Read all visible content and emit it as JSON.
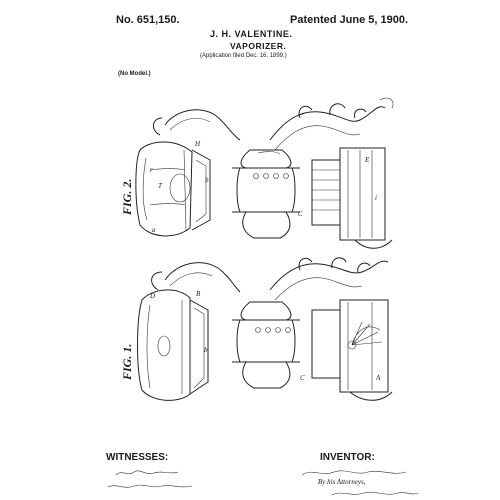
{
  "header": {
    "patent_number": "No. 651,150.",
    "patented": "Patented June 5, 1900.",
    "inventor": "J. H. VALENTINE.",
    "title": "VAPORIZER.",
    "application": "(Application filed Dec. 16, 1899.)",
    "no_model": "(No Model.)"
  },
  "figures": {
    "fig2": "FIG. 2.",
    "fig1": "FIG. 1."
  },
  "footer": {
    "witnesses_label": "WITNESSES:",
    "inventor_label": "INVENTOR:",
    "attorneys": "By his Attorneys,"
  },
  "colors": {
    "paper": "#ffffff",
    "ink": "#1a1a1a"
  }
}
